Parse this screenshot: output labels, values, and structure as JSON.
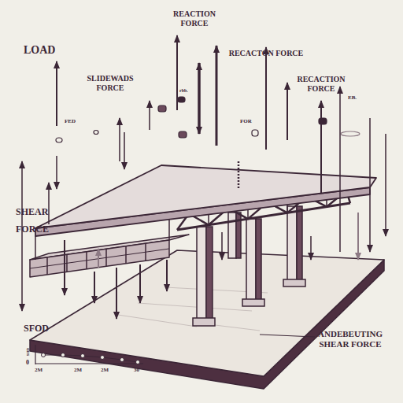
{
  "diagram": {
    "labels": [
      "LOAD",
      "SLIDEWADS FORCE",
      "FED",
      "REACTION FORCE",
      "rbb.",
      "RECACTON FORCE",
      "FOR",
      "RECACTION FORCE",
      "EB.",
      "SHEAR FORCE",
      "SFOD",
      "SHD",
      "0",
      "2M",
      "2M",
      "2M",
      "30",
      "ANDEBEUTING SHEAR FORCE"
    ]
  }
}
